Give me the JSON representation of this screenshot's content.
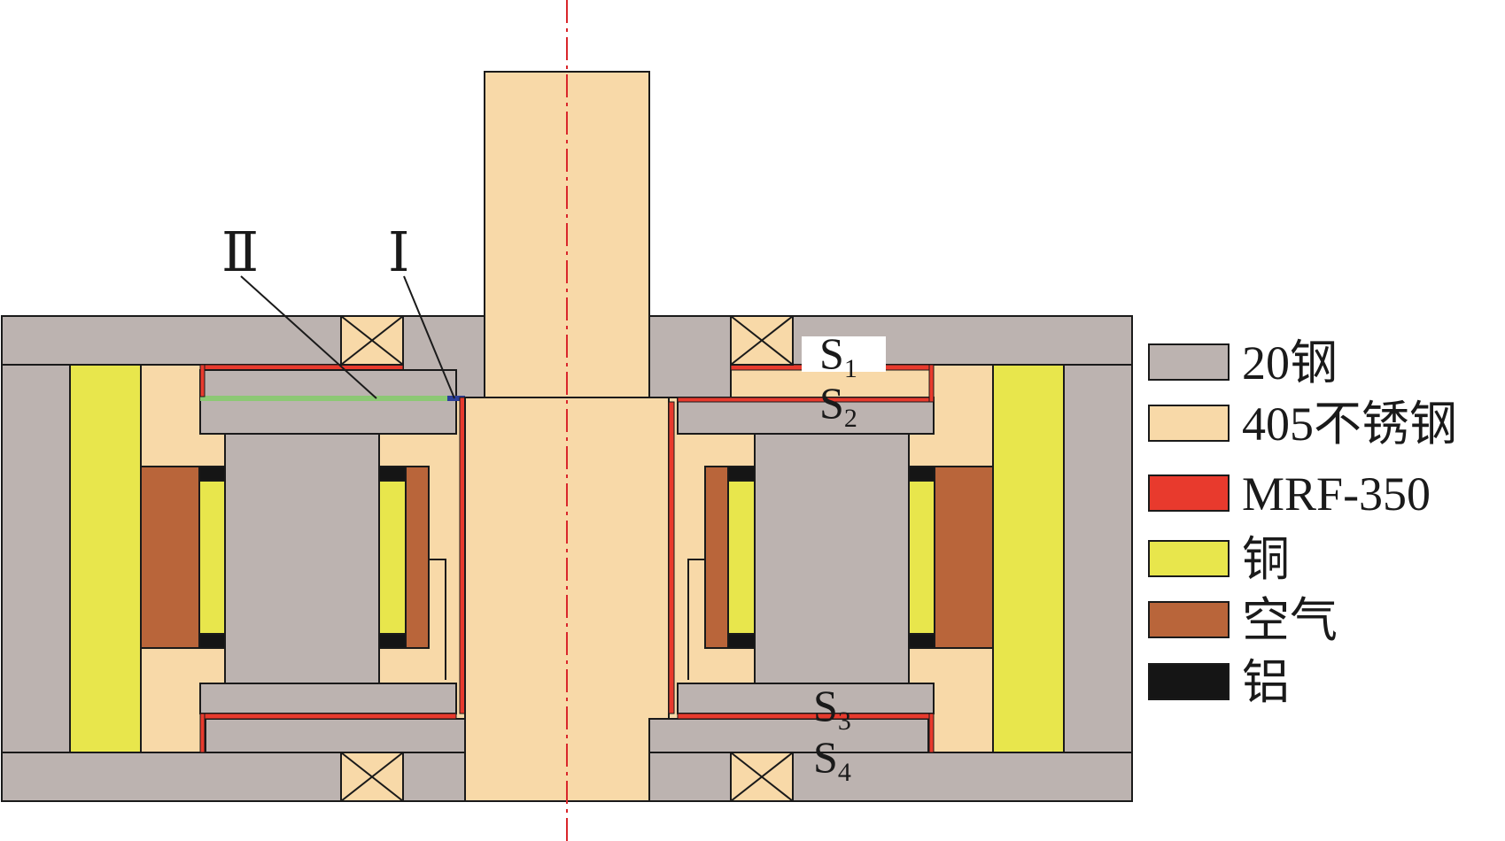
{
  "diagram": {
    "region_labels": {
      "ii": "Ⅱ",
      "i": "Ⅰ"
    },
    "gap_labels": [
      {
        "letter": "S",
        "sub": "1"
      },
      {
        "letter": "S",
        "sub": "2"
      },
      {
        "letter": "S",
        "sub": "3"
      },
      {
        "letter": "S",
        "sub": "4"
      }
    ]
  },
  "legend": [
    {
      "label": "20钢",
      "color": "#bcb3b0"
    },
    {
      "label": "405不锈钢",
      "color": "#f8d9a8"
    },
    {
      "label": "MRF-350",
      "color": "#e83a2d"
    },
    {
      "label": "铜",
      "color": "#e8e64c"
    },
    {
      "label": "空气",
      "color": "#b9653a"
    },
    {
      "label": "铝",
      "color": "#151515"
    }
  ],
  "colors": {
    "steel": "#bcb3b0",
    "stainless": "#f8d9a8",
    "mrf": "#e83a2d",
    "copper": "#e8e64c",
    "air": "#b9653a",
    "aluminum": "#151515",
    "axis": "#d9262b",
    "region_ii_line": "#8cc874",
    "region_i_line": "#2b3f99"
  }
}
